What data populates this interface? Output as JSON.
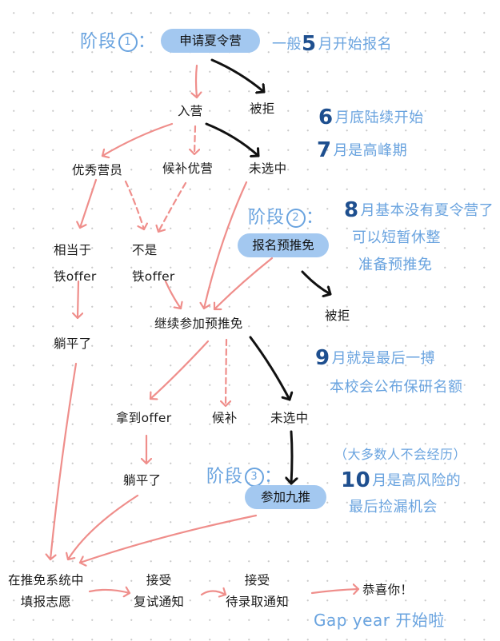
{
  "stages": [
    {
      "label": "阶段",
      "number": "1",
      "suffix": "："
    },
    {
      "label": "阶段",
      "number": "2",
      "suffix": "："
    },
    {
      "label": "阶段",
      "number": "3",
      "suffix": "："
    }
  ],
  "nodes": {
    "apply_summer_camp": "申请夏令营",
    "rejected_1": "被拒",
    "admitted_camp": "入营",
    "excellent_camper": "优秀营员",
    "waitlist_excellent": "候补优营",
    "not_selected_1": "未选中",
    "equivalent_line1": "相当于",
    "equivalent_line2": "铁offer",
    "not_line1": "不是",
    "not_line2": "铁offer",
    "relax_1": "躺平了",
    "apply_pre_exemption": "报名预推免",
    "rejected_2": "被拒",
    "continue_pre_exemption": "继续参加预推免",
    "got_offer": "拿到offer",
    "waitlist": "候补",
    "not_selected_2": "未选中",
    "relax_2": "躺平了",
    "join_nine_exemption": "参加九推",
    "fill_system_line1": "在推免系统中",
    "fill_system_line2": "填报志愿",
    "accept_retest_line1": "接受",
    "accept_retest_line2": "复试通知",
    "accept_admission_line1": "接受",
    "accept_admission_line2": "待录取通知",
    "congrats": "恭喜你！"
  },
  "notes": {
    "may": {
      "num": "",
      "text": "一般",
      "num2": "5",
      "text2": "月开始报名"
    },
    "june": {
      "num": "6",
      "text": "月底陆续开始"
    },
    "july": {
      "num": "7",
      "text": "月是高峰期"
    },
    "aug": {
      "num": "8",
      "text": "月基本没有夏令营了",
      "line2": "可以短暂休整",
      "line3": "准备预推免"
    },
    "sep": {
      "num": "9",
      "text": "月就是最后一搏",
      "line2": "本校会公布保研名额"
    },
    "oct": {
      "line0": "（大多数人不会经历）",
      "num": "10",
      "text": "月是高风险的",
      "line2": "最后捡漏机会"
    },
    "gap": "Gap year 开始啦"
  },
  "colors": {
    "pill": "#a3c8f0",
    "handwriting": "#69a3df",
    "handwriting_dark": "#1e4f8f",
    "pink_arrow": "#ef8e8b",
    "black_arrow": "#111111",
    "dot": "#c9c9c9"
  }
}
